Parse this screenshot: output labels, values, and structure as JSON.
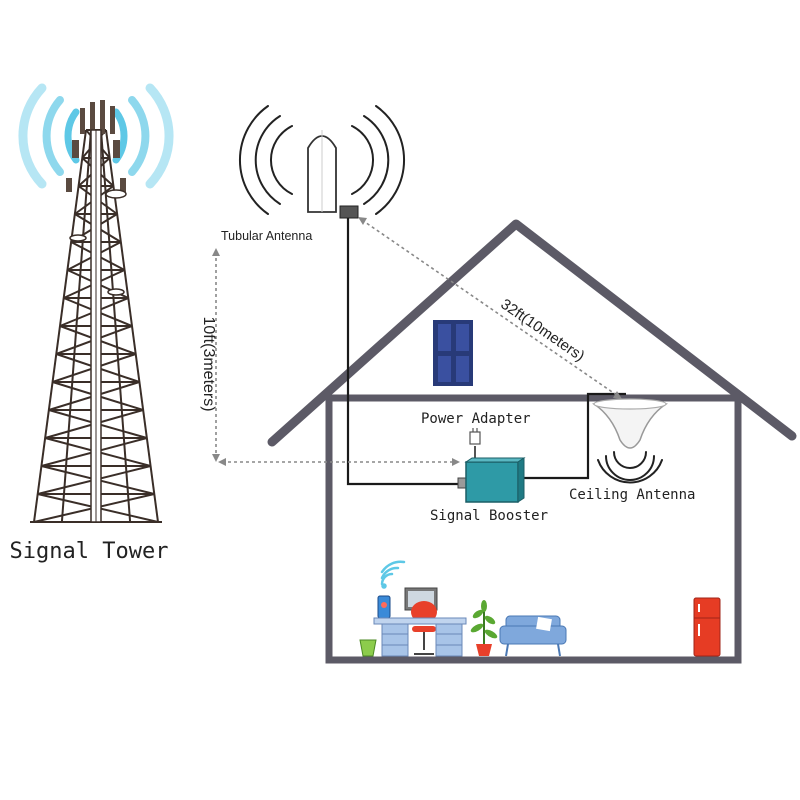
{
  "labels": {
    "signal_tower": "Signal Tower",
    "tubular_antenna": "Tubular Antenna",
    "power_adapter": "Power Adapter",
    "signal_booster": "Signal Booster",
    "ceiling_antenna": "Ceiling Antenna",
    "vertical_distance": "10ft(3meters)",
    "diagonal_distance": "32ft(10meters)"
  },
  "colors": {
    "wave_blue": "#5ec8e6",
    "house_outline": "#5c5a66",
    "window_navy": "#283a78",
    "booster_teal": "#2e9aa6",
    "cable_black": "#1a1a1a",
    "tower_dark": "#3a2e28",
    "desk_blue": "#a8c4e8",
    "chair_red": "#e8402a",
    "fridge_red": "#e63c24",
    "sofa_blue": "#7fa8dc",
    "plant_green": "#5aa832",
    "bin_green": "#8ccc4c"
  }
}
